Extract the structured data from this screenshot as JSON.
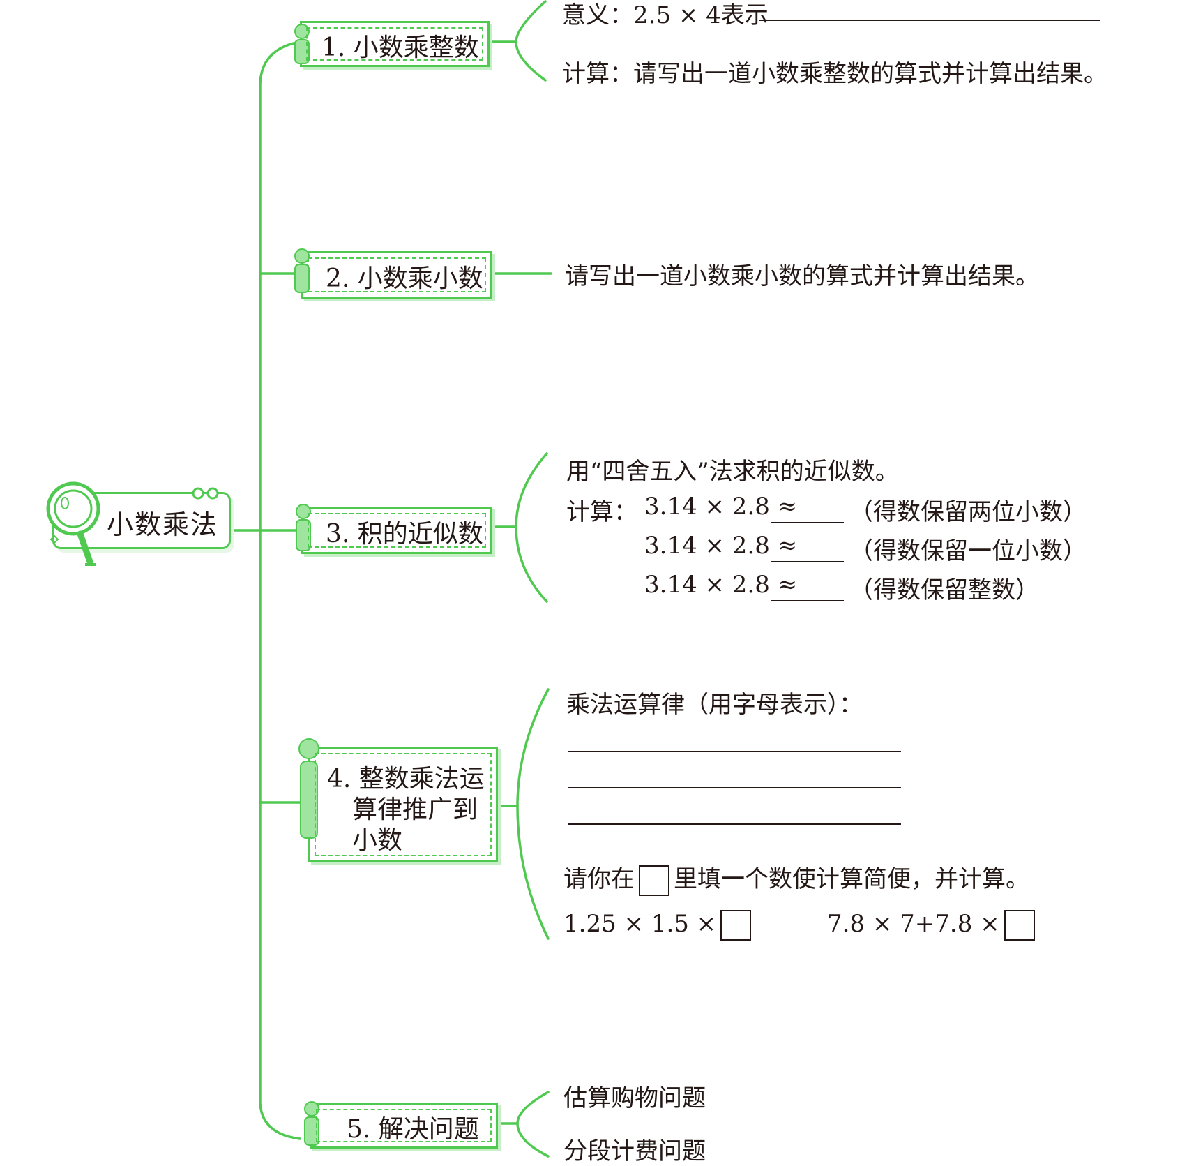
{
  "root": {
    "title": "小数乘法"
  },
  "branches": [
    {
      "label": "1. 小数乘整数",
      "items": {
        "meaning": "意义：2.5 × 4表示",
        "calc": "计算：请写出一道小数乘整数的算式并计算出结果。"
      }
    },
    {
      "label": "2. 小数乘小数",
      "items": {
        "task": "请写出一道小数乘小数的算式并计算出结果。"
      }
    },
    {
      "label": "3. 积的近似数",
      "items": {
        "intro": "用“四舍五入”法求积的近似数。",
        "calc_prefix": "计算：",
        "expr": "3.14 × 2.8 ≈",
        "notes": [
          "（得数保留两位小数）",
          "（得数保留一位小数）",
          "（得数保留整数）"
        ]
      }
    },
    {
      "label_lines": [
        "4. 整数乘法运",
        "算律推广到",
        "小数"
      ],
      "items": {
        "law_title": "乘法运算律（用字母表示）：",
        "fill_a": "请你在",
        "fill_b": "里填一个数使计算简便，并计算。",
        "expr1": "1.25 × 1.5 ×",
        "expr2": "7.8 × 7+7.8 ×"
      }
    },
    {
      "label": "5. 解决问题",
      "items": {
        "a": "估算购物问题",
        "b": "分段计费问题"
      }
    }
  ],
  "colors": {
    "accent": "#4fc94f",
    "text": "#231815"
  },
  "icons": {
    "root": "magnifier-icon",
    "branch": "cartoon-character-icon"
  }
}
